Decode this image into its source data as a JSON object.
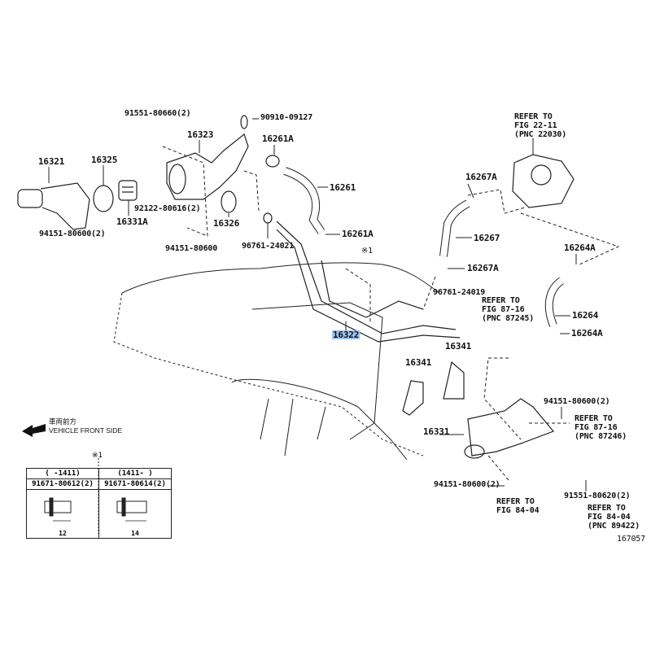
{
  "labels": {
    "p91551_80660": "91551-80660(2)",
    "p90910_09127": "90910-09127",
    "p16323": "16323",
    "p16261A_top": "16261A",
    "p16321": "16321",
    "p16325": "16325",
    "p16261": "16261",
    "p16331A": "16331A",
    "p92122_80616": "92122-80616(2)",
    "p16326": "16326",
    "p94151_80600_left": "94151-80600(2)",
    "p94151_80600_mid": "94151-80600",
    "p96761_24021": "96761-24021",
    "p16261A_mid": "16261A",
    "note1": "※1",
    "p16267A_top": "16267A",
    "p16267": "16267",
    "p16267A_bot": "16267A",
    "p16264A_top": "16264A",
    "p96761_24019": "96761-24019",
    "p16264": "16264",
    "p16264A_bot": "16264A",
    "p16322": "16322",
    "p16341_a": "16341",
    "p16341_b": "16341",
    "p16331": "16331",
    "p94151_80600_right": "94151-80600(2)",
    "p94151_80600_bottom": "94151-80600(2)",
    "p91551_80620": "91551-80620(2)",
    "figure_id": "167057"
  },
  "refs": {
    "throttle": [
      "REFER TO",
      "FIG 22-11",
      "(PNC 22030)"
    ],
    "hose87245": [
      "REFER TO",
      "FIG 87-16",
      "(PNC 87245)"
    ],
    "hose87246": [
      "REFER TO",
      "FIG 87-16",
      "(PNC 87246)"
    ],
    "fig8404": [
      "REFER TO",
      "FIG 84-04"
    ],
    "sensor89422": [
      "REFER TO",
      "FIG 84-04",
      "(PNC 89422)"
    ]
  },
  "front": {
    "jp": "車両前方",
    "en": "VEHICLE FRONT SIDE"
  },
  "bolt_table": {
    "note": "※1",
    "columns": [
      {
        "range": "(    -1411)",
        "part": "91671-80612(2)",
        "length": "12"
      },
      {
        "range": "(1411-    )",
        "part": "91671-80614(2)",
        "length": "14"
      }
    ]
  },
  "highlight_color": "#9dc3f2"
}
